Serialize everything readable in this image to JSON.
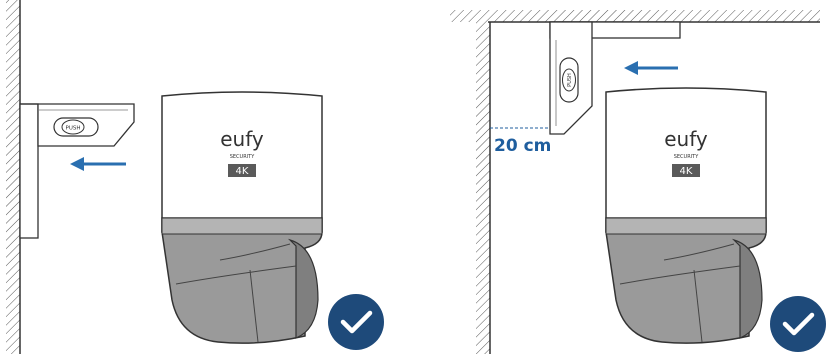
{
  "left_panel": {
    "bracket_button_label": "PUSH",
    "camera": {
      "brand": "eufy",
      "sub_brand": "SECURITY",
      "badge": "4K"
    },
    "arrow_direction": "left",
    "status": "check"
  },
  "right_panel": {
    "bracket_button_label": "PUSH",
    "distance_label": "20 cm",
    "camera": {
      "brand": "eufy",
      "sub_brand": "SECURITY",
      "badge": "4K"
    },
    "arrow_direction": "left",
    "status": "check"
  },
  "colors": {
    "arrow": "#2a6fb0",
    "dimension_text": "#1f5e9e",
    "check_badge": "#1e4a7a",
    "camera_bottom": "#9a9a9a",
    "camera_top": "#ffffff",
    "hatch": "#555555"
  },
  "icons": [
    "arrow-left-icon",
    "check-icon"
  ]
}
